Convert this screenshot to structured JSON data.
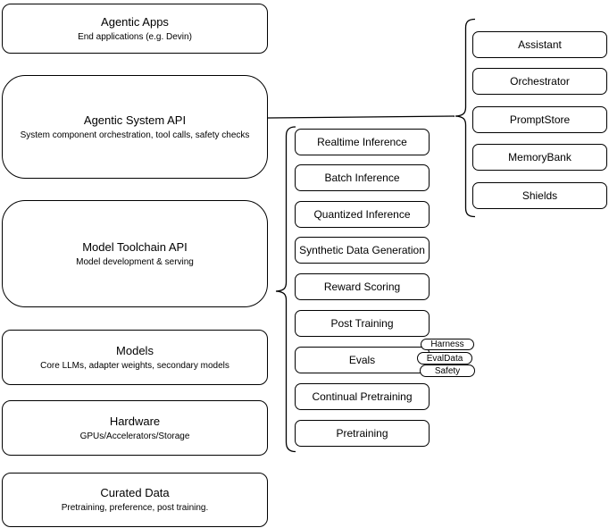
{
  "diagram": {
    "left_column": [
      {
        "title": "Agentic Apps",
        "subtitle": "End applications (e.g. Devin)"
      },
      {
        "title": "Agentic System API",
        "subtitle": "System component orchestration, tool calls, safety checks"
      },
      {
        "title": "Model Toolchain API",
        "subtitle": "Model development & serving"
      },
      {
        "title": "Models",
        "subtitle": "Core LLMs, adapter weights, secondary models"
      },
      {
        "title": "Hardware",
        "subtitle": "GPUs/Accelerators/Storage"
      },
      {
        "title": "Curated Data",
        "subtitle": "Pretraining, preference, post training."
      }
    ],
    "middle_column": [
      "Realtime Inference",
      "Batch Inference",
      "Quantized Inference",
      "Synthetic Data Generation",
      "Reward Scoring",
      "Post Training",
      "Evals",
      "Continual Pretraining",
      "Pretraining"
    ],
    "eval_tags": [
      "Harness",
      "EvalData",
      "Safety"
    ],
    "right_column": [
      "Assistant",
      "Orchestrator",
      "PromptStore",
      "MemoryBank",
      "Shields"
    ],
    "colors": {
      "stroke": "#000000",
      "background": "#ffffff",
      "text": "#000000"
    }
  }
}
